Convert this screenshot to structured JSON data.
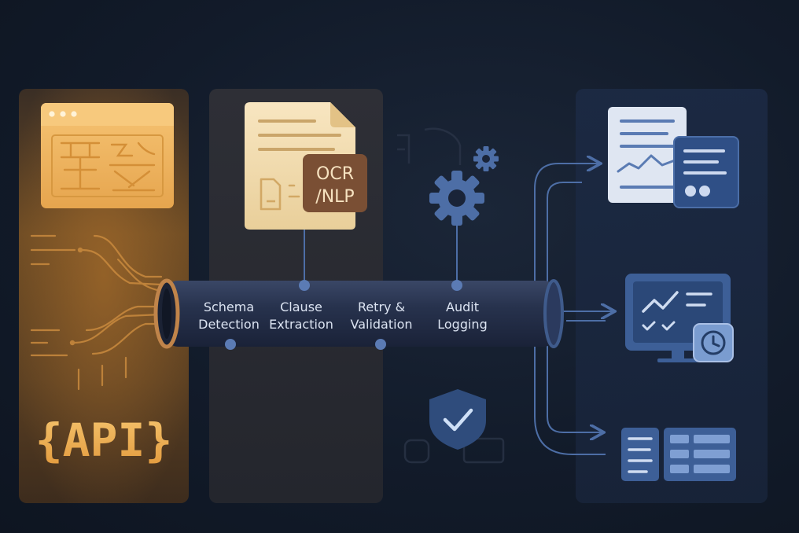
{
  "pipeline": {
    "stages": [
      {
        "line1": "Schema",
        "line2": "Detection"
      },
      {
        "line1": "Clause",
        "line2": "Extraction"
      },
      {
        "line1": "Retry &",
        "line2": "Validation"
      },
      {
        "line1": "Audit",
        "line2": "Logging"
      }
    ]
  },
  "source": {
    "api_label": "{API}"
  },
  "ocr": {
    "badge_line1": "OCR",
    "badge_line2": "/NLP"
  },
  "icons": {
    "source_panel": [
      "browser-window-icon",
      "api-icon"
    ],
    "document_panel": [
      "document-icon",
      "ocr-nlp-badge"
    ],
    "middle": [
      "gear-icon",
      "shield-check-icon"
    ],
    "outputs": [
      "report-document-icon",
      "monitor-dashboard-icon",
      "table-list-icon"
    ]
  },
  "colors": {
    "background": "#121b2a",
    "source_accent": "#e9a84a",
    "document_paper": "#f2dcb0",
    "badge": "#7a4f34",
    "pipe": "#27324d",
    "pipe_ring": "#c0844a",
    "blue_accent": "#4d6ea6",
    "output_panel": "#1a2740"
  }
}
